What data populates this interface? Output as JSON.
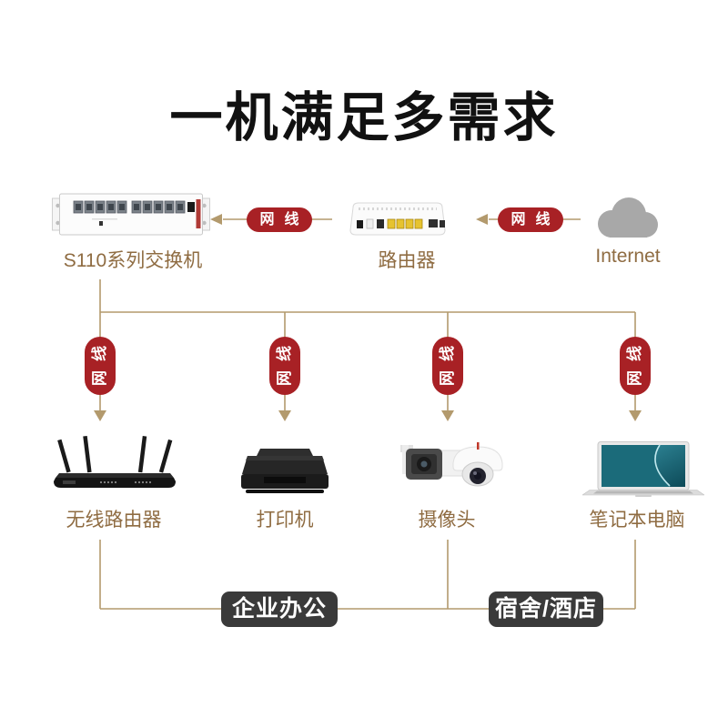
{
  "title": "一机满足多需求",
  "colors": {
    "ink": "#111111",
    "line": "#b39a6d",
    "red": "#a82125",
    "brown": "#8f6c42",
    "dark": "#3a3a3a",
    "cloud": "#a8a8a8"
  },
  "top_row": {
    "switch_label": "S110系列交换机",
    "router_label": "路由器",
    "internet_label": "Internet"
  },
  "cables": {
    "top": [
      "网线",
      "网线"
    ],
    "drops": [
      "网线",
      "网线",
      "网线",
      "网线"
    ]
  },
  "bottom_row": {
    "wireless_router_label": "无线路由器",
    "printer_label": "打印机",
    "camera_label": "摄像头",
    "laptop_label": "笔记本电脑"
  },
  "scene_badges": [
    {
      "label": "企业办公"
    },
    {
      "label": "宿舍/酒店"
    }
  ]
}
